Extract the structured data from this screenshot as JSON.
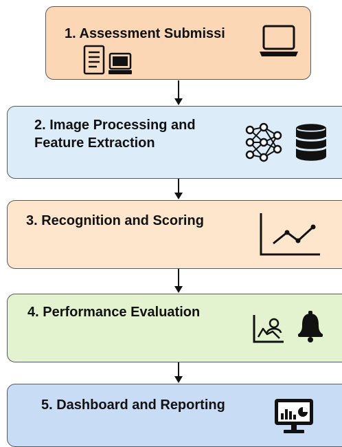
{
  "colors": {
    "step1_fill": "#fbd7b6",
    "step2_fill": "#dcecf8",
    "step3_fill": "#fde6cc",
    "step4_fill": "#e3f3cf",
    "step5_fill": "#c9dcf5",
    "border": "#555a60",
    "ink": "#111111"
  },
  "steps": [
    {
      "title": "1. Assessment Submissi",
      "icons": [
        "document-icon",
        "desktop-computer-icon",
        "laptop-icon"
      ]
    },
    {
      "title_lines": [
        "2. Image Processing and",
        "Feature Extraction"
      ],
      "icons": [
        "neural-network-icon",
        "database-icon"
      ]
    },
    {
      "title": "3. Recognition and Scoring",
      "icons": [
        "line-chart-icon"
      ]
    },
    {
      "title": "4. Performance Evaluation",
      "icons": [
        "analytics-chart-icon",
        "bell-icon"
      ]
    },
    {
      "title": "5. Dashboard and Reporting",
      "icons": [
        "monitor-dashboard-icon"
      ]
    }
  ]
}
